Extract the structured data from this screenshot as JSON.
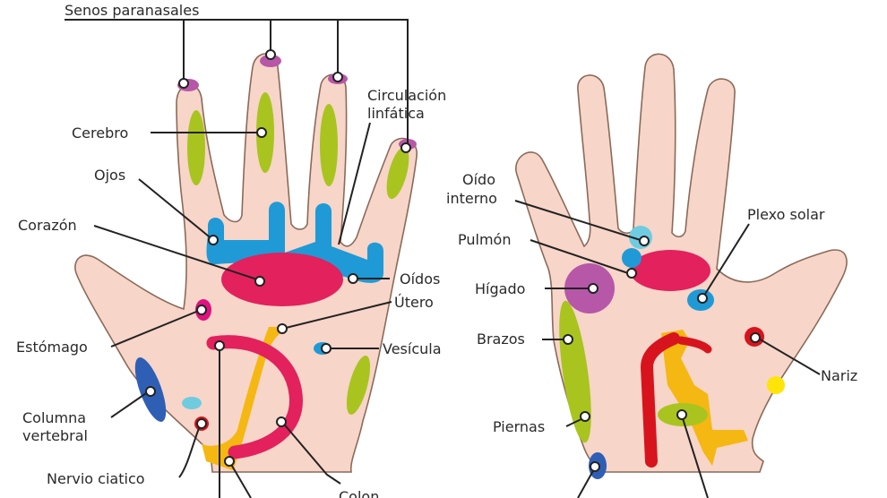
{
  "title": "Reflexología de las manos",
  "colors": {
    "skin": "#f7d5c8",
    "green": "#a9c41f",
    "blue": "#1f9ad6",
    "pink": "#e2215d",
    "magenta": "#e0127f",
    "purple": "#b757a8",
    "yellow": "#f5b712",
    "darkblue": "#2f5fb5",
    "red": "#d7141e",
    "lightblue": "#6fcce0",
    "sun": "#ffe40a"
  },
  "left_hand": {
    "labels": {
      "senos": "Senos paranasales",
      "circulacion_1": "Circulación",
      "circulacion_2": "linfática",
      "cerebro": "Cerebro",
      "ojos": "Ojos",
      "corazon": "Corazón",
      "oidos": "Oídos",
      "utero": "Útero",
      "vesicula": "Vesícula",
      "estomago": "Estómago",
      "columna_1": "Columna",
      "columna_2": "vertebral",
      "nervio": "Nervio ciatico",
      "colon": "Colon"
    }
  },
  "right_hand": {
    "labels": {
      "oido_1": "Oído",
      "oido_2": "interno",
      "pulmon": "Pulmón",
      "higado": "Hígado",
      "plexo": "Plexo solar",
      "brazos": "Brazos",
      "piernas": "Piernas",
      "nariz": "Nariz"
    }
  }
}
